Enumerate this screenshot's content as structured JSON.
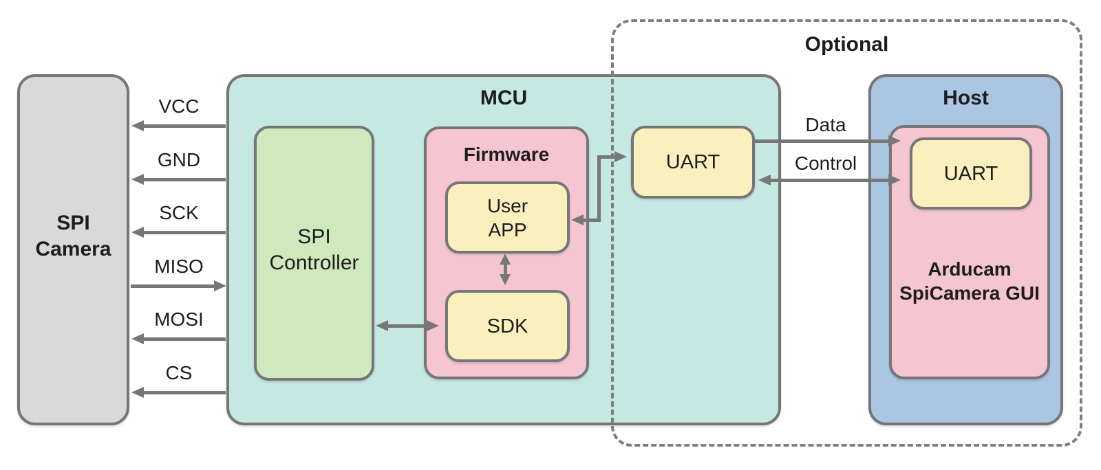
{
  "diagram": {
    "camera": {
      "label": "SPI\nCamera"
    },
    "mcu": {
      "label": "MCU",
      "spi_controller": {
        "label": "SPI\nController"
      },
      "firmware": {
        "label": "Firmware",
        "user_app": {
          "label": "User\nAPP"
        },
        "sdk": {
          "label": "SDK"
        }
      },
      "uart": {
        "label": "UART"
      }
    },
    "optional_region": {
      "label": "Optional"
    },
    "host": {
      "label": "Host",
      "gui": {
        "label": "Arducam\nSpiCamera GUI"
      },
      "uart": {
        "label": "UART"
      }
    },
    "signals": [
      {
        "label": "VCC",
        "direction": "mcu-to-camera"
      },
      {
        "label": "GND",
        "direction": "mcu-to-camera"
      },
      {
        "label": "SCK",
        "direction": "mcu-to-camera"
      },
      {
        "label": "MISO",
        "direction": "camera-to-mcu"
      },
      {
        "label": "MOSI",
        "direction": "mcu-to-camera"
      },
      {
        "label": "CS",
        "direction": "mcu-to-camera"
      }
    ],
    "links": {
      "data": {
        "label": "Data",
        "direction": "mcu-uart-to-host-uart"
      },
      "control": {
        "label": "Control",
        "direction": "bidirectional"
      }
    }
  },
  "colors": {
    "camera_gray": "#d9d9d9",
    "mcu_teal": "#c5e8e3",
    "controller_green": "#cde9bd",
    "firmware_pink": "#f5c6d2",
    "module_yellow": "#fcefbe",
    "host_blue": "#abc6e3",
    "border_gray": "#767676",
    "arrow_gray": "#777777",
    "dashed_gray": "#7e7e7e",
    "text_dark": "#1d1d1d"
  }
}
